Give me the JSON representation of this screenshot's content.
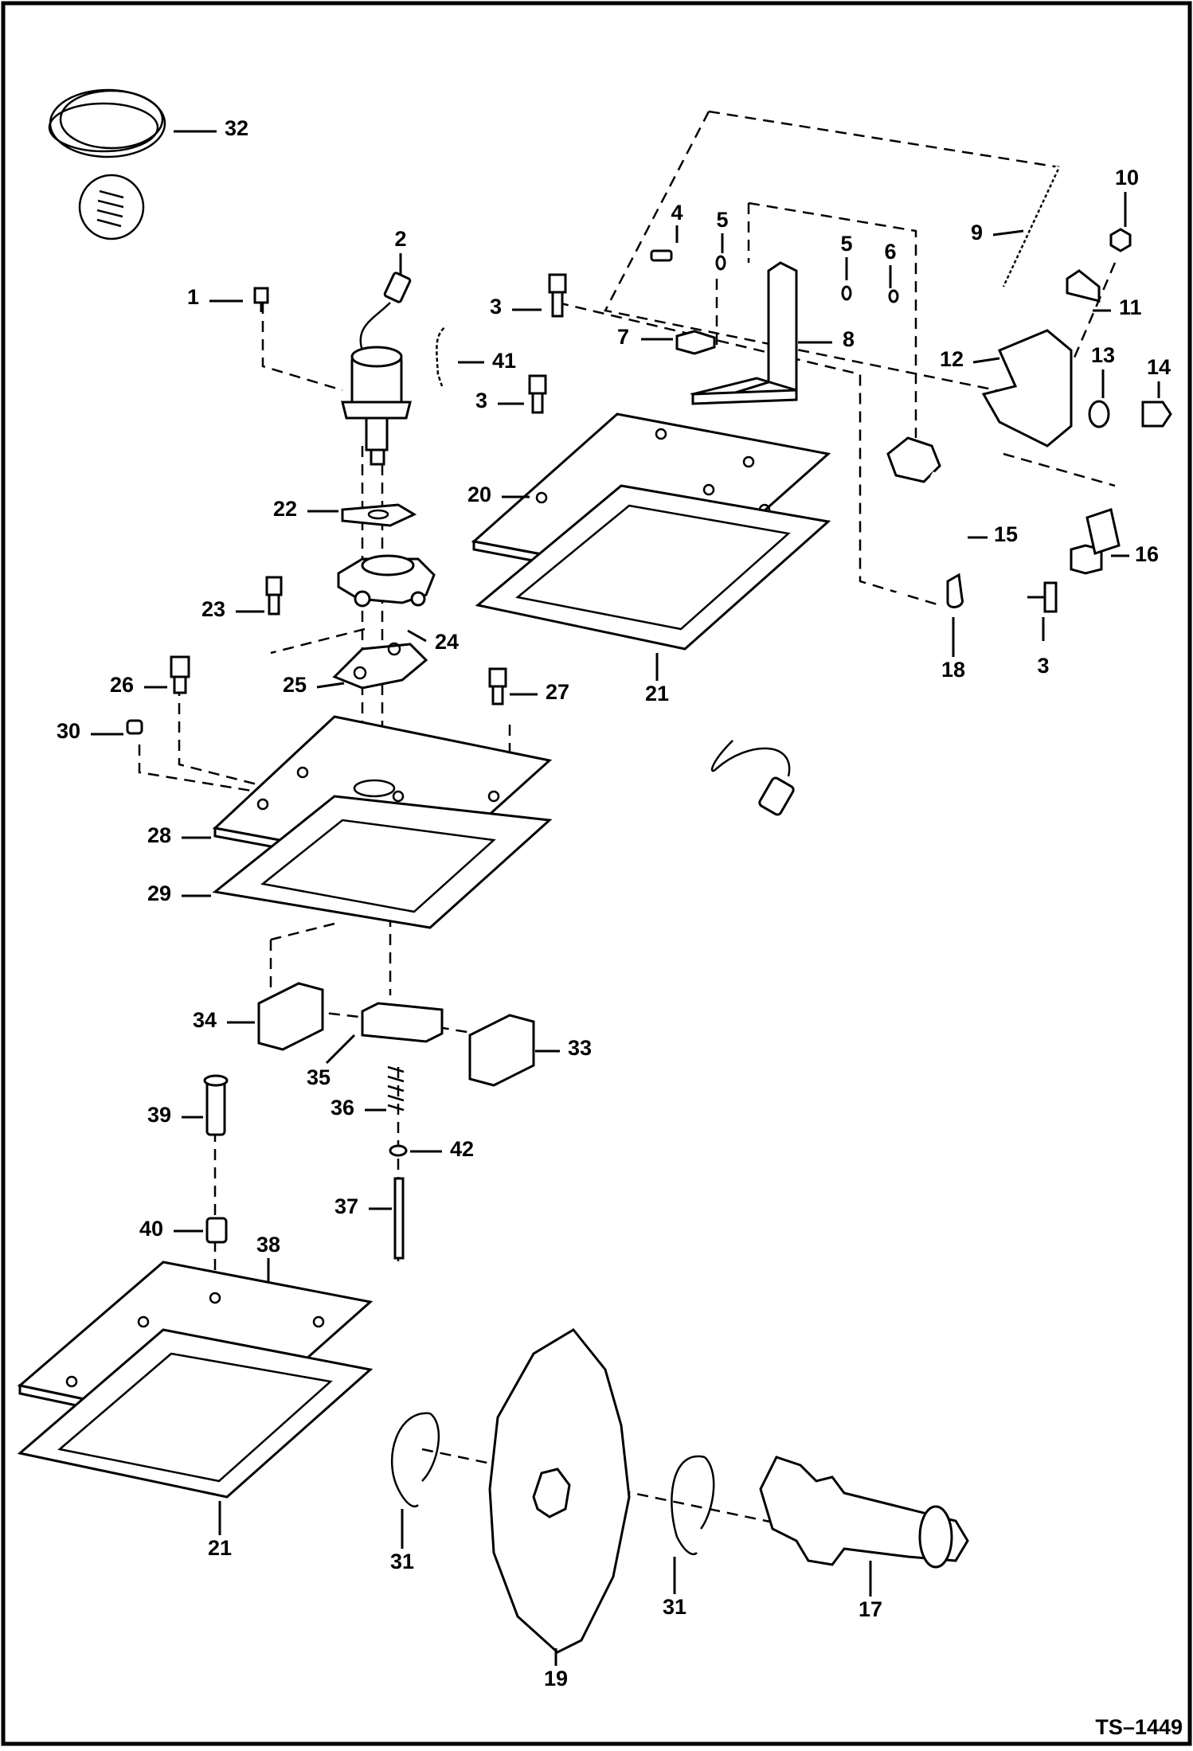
{
  "figure": {
    "id_label": "TS–1449",
    "callouts": [
      {
        "n": "1"
      },
      {
        "n": "2"
      },
      {
        "n": "3"
      },
      {
        "n": "3"
      },
      {
        "n": "3"
      },
      {
        "n": "4"
      },
      {
        "n": "5"
      },
      {
        "n": "5"
      },
      {
        "n": "6"
      },
      {
        "n": "7"
      },
      {
        "n": "8"
      },
      {
        "n": "9"
      },
      {
        "n": "10"
      },
      {
        "n": "11"
      },
      {
        "n": "12"
      },
      {
        "n": "13"
      },
      {
        "n": "14"
      },
      {
        "n": "15"
      },
      {
        "n": "16"
      },
      {
        "n": "17"
      },
      {
        "n": "18"
      },
      {
        "n": "19"
      },
      {
        "n": "20"
      },
      {
        "n": "21"
      },
      {
        "n": "21"
      },
      {
        "n": "22"
      },
      {
        "n": "23"
      },
      {
        "n": "24"
      },
      {
        "n": "25"
      },
      {
        "n": "26"
      },
      {
        "n": "27"
      },
      {
        "n": "28"
      },
      {
        "n": "29"
      },
      {
        "n": "30"
      },
      {
        "n": "31"
      },
      {
        "n": "31"
      },
      {
        "n": "32"
      },
      {
        "n": "33"
      },
      {
        "n": "34"
      },
      {
        "n": "35"
      },
      {
        "n": "36"
      },
      {
        "n": "37"
      },
      {
        "n": "38"
      },
      {
        "n": "39"
      },
      {
        "n": "40"
      },
      {
        "n": "41"
      },
      {
        "n": "42"
      }
    ]
  }
}
